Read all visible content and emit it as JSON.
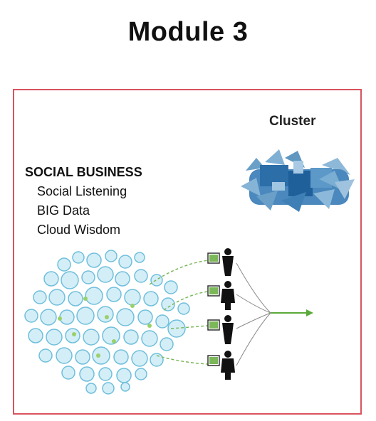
{
  "title": "Module 3",
  "cluster_label": "Cluster",
  "social_business": {
    "heading": "SOCIAL BUSINESS",
    "items": [
      "Social Listening",
      "BIG Data",
      "Cloud Wisdom"
    ]
  },
  "colors": {
    "frame": "#d9535f",
    "bubble": "#7ec8e0",
    "arrow": "#5aa93a",
    "cluster": "#3a7fb5"
  }
}
